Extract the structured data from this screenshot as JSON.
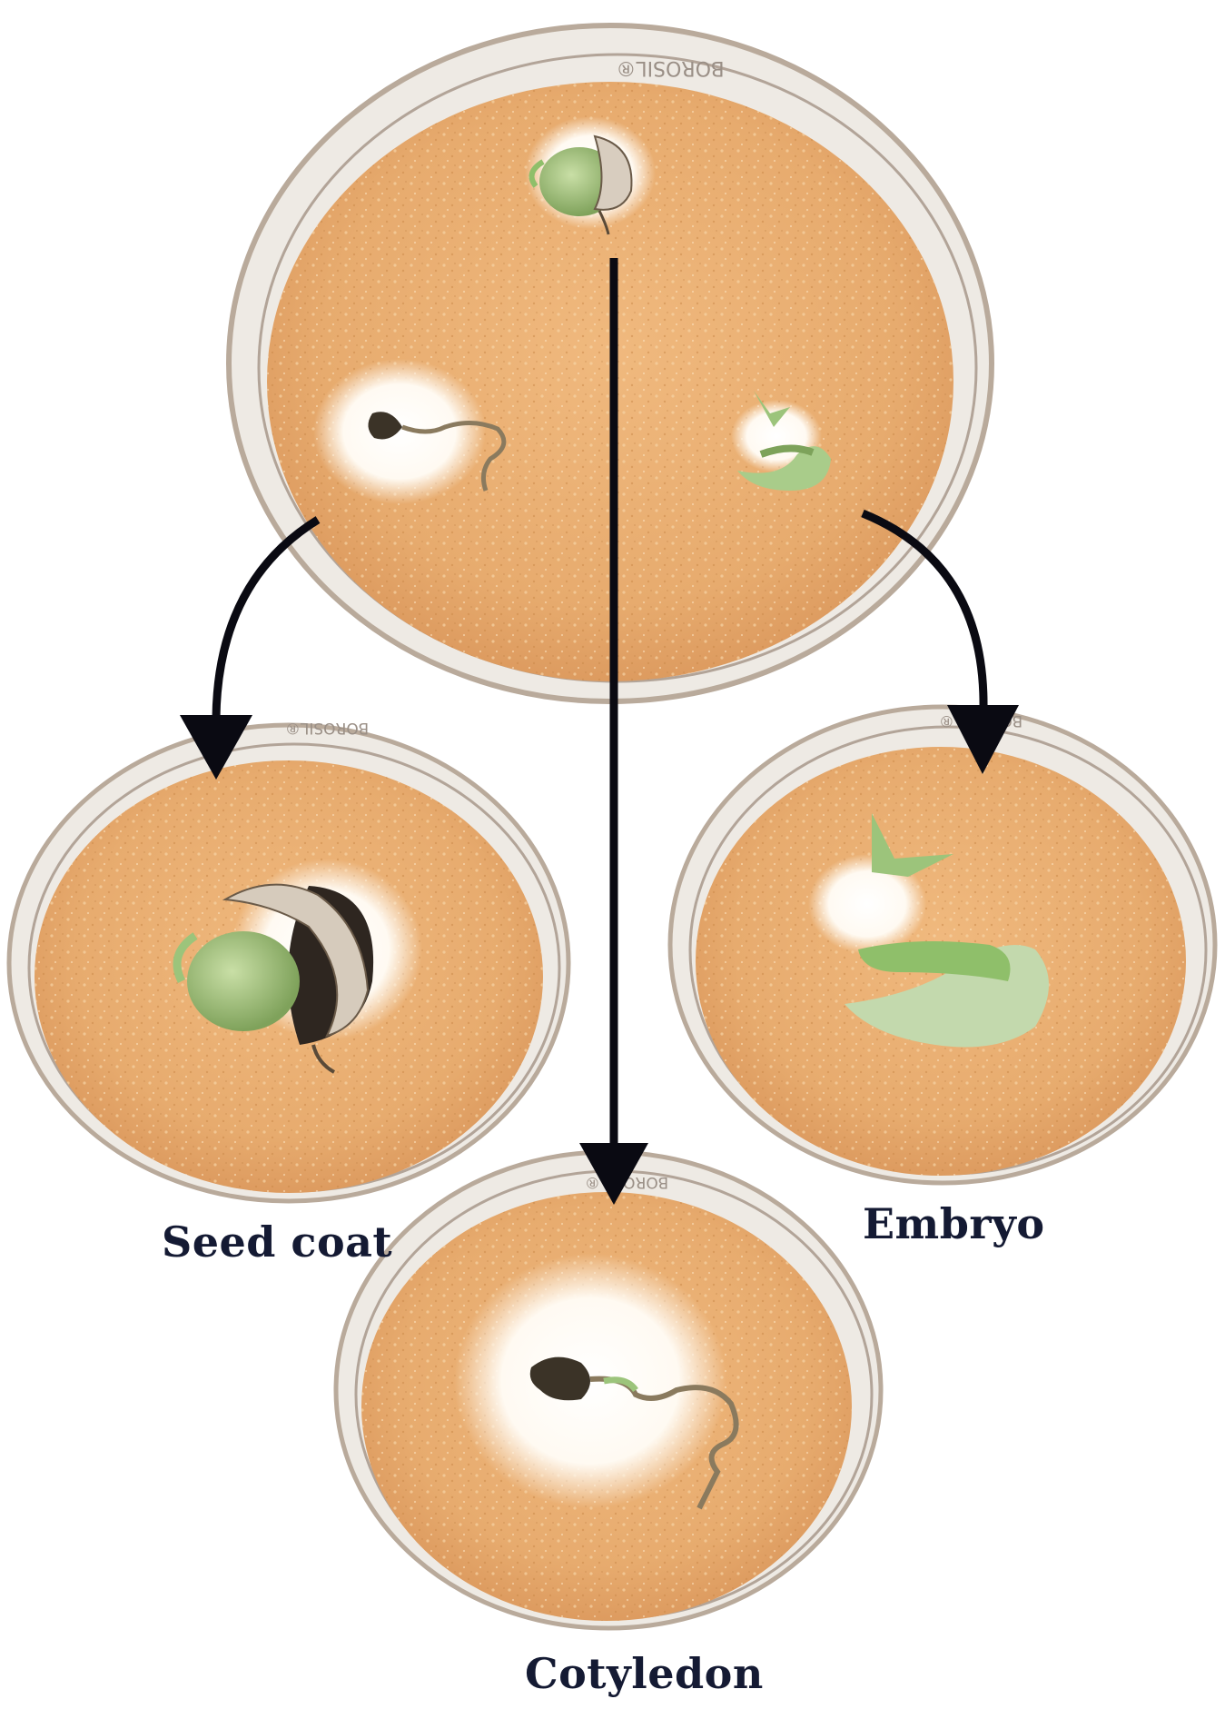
{
  "labels": {
    "seed_coat": "Seed coat",
    "embryo": "Embryo",
    "cotyledon": "Cotyledon"
  },
  "dish_brand": "BOROSIL®",
  "colors": {
    "medium": "#e7ab6e",
    "rim": "#c9b7a6",
    "halo": "#fffaf2",
    "arrow": "#0a0a12",
    "label": "#141a33",
    "seedling_green": "#9cc47b",
    "seed_dark": "#3b3327"
  }
}
